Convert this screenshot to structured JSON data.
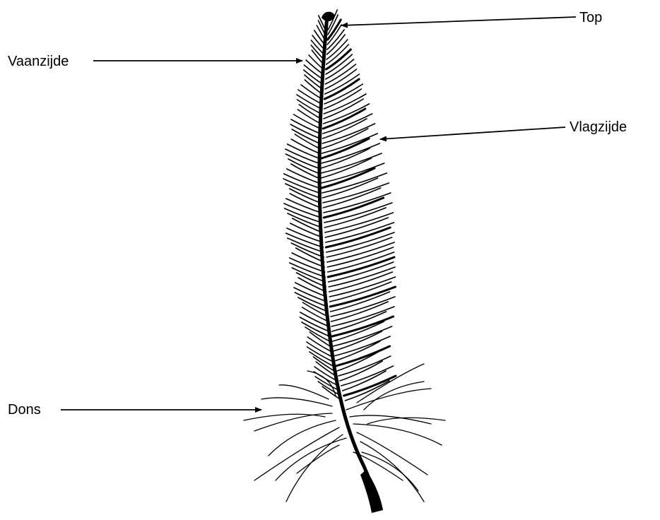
{
  "labels": {
    "top": "Top",
    "vaanzijde": "Vaanzijde",
    "vlagzijde": "Vlagzijde",
    "dons": "Dons"
  },
  "colors": {
    "ink": "#000000",
    "background": "#ffffff"
  }
}
